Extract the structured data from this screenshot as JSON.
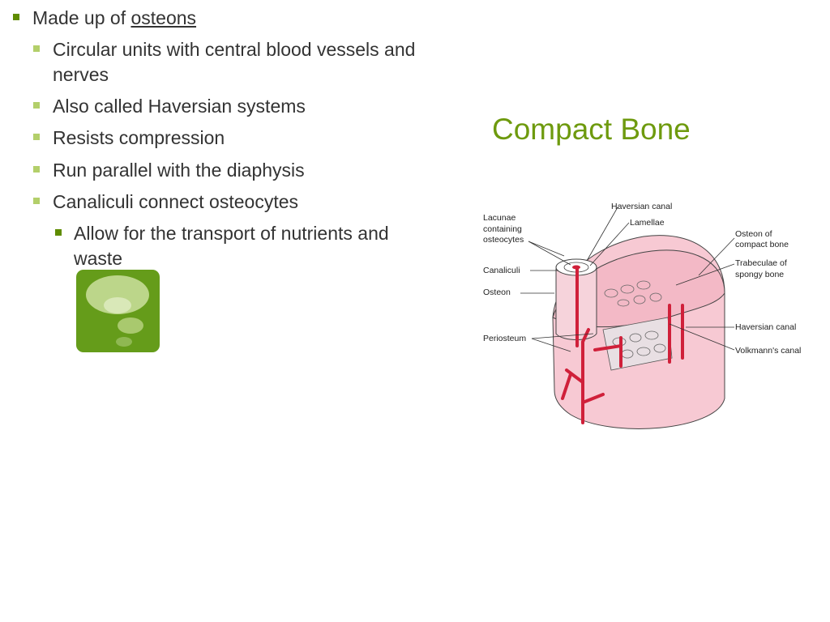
{
  "slide": {
    "title": "Compact Bone",
    "bullets": {
      "b1_prefix": "Made up of ",
      "b1_link": "osteons",
      "b2_line1": "Circular units with central blood vessels and",
      "b2_line2": "nerves",
      "b3": "Also called Haversian systems",
      "b4": "Resists compression",
      "b5": "Run parallel with the diaphysis",
      "b6": "Canaliculi connect osteocytes",
      "b7_line1": "Allow for the transport of nutrients and",
      "b7_line2": "waste"
    }
  },
  "diagram": {
    "labels": {
      "haversian_canal_top": "Haversian canal",
      "lamellae": "Lamellae",
      "lacunae_1": "Lacunae",
      "lacunae_2": "containing",
      "lacunae_3": "osteocytes",
      "canaliculi": "Canaliculi",
      "osteon": "Osteon",
      "periosteum": "Periosteum",
      "osteon_compact_1": "Osteon of",
      "osteon_compact_2": "compact bone",
      "trabeculae_1": "Trabeculae of",
      "trabeculae_2": "spongy bone",
      "haversian_canal_right": "Haversian canal",
      "volkmanns_canal": "Volkmann's canal"
    }
  },
  "colors": {
    "accent_dark": "#5f8c00",
    "accent_light": "#b3cf6a",
    "title": "#6e9a0e",
    "bone_pink": "#f7c9d3",
    "vessel_red": "#d0203a"
  }
}
